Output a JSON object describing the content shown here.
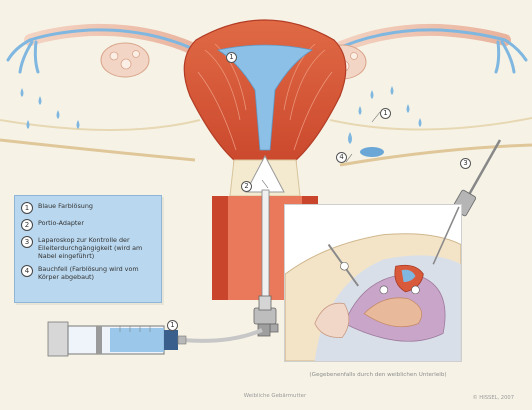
{
  "legend": {
    "items": [
      {
        "num": "1",
        "text": "Blaue Farblösung"
      },
      {
        "num": "2",
        "text": "Portio-Adapter"
      },
      {
        "num": "3",
        "text": "Laparoskop zur Kontrolle der Eileiterdurchgängigkeit (wird am Nabel eingeführt)"
      },
      {
        "num": "4",
        "text": "Bauchfell (Farblösung wird vom Körper abgebaut)"
      }
    ]
  },
  "callouts": {
    "uterus": "1",
    "adapter": "2",
    "syringe": "1",
    "peritoneum": "4",
    "dye_right": "1",
    "laparoscope": "3"
  },
  "inset": {
    "caption": "(Gegebenenfalls durch den weiblichen Unterleib)"
  },
  "captions": {
    "bottom": "Weibliche Gebärmutter",
    "credit": "© HISSEL, 2007"
  },
  "colors": {
    "background": "#f6f3e6",
    "uterus_muscle": "#d95a3b",
    "dye_blue": "#7fb7e0",
    "legend_bg": "#b9d7ee",
    "tissue_cream": "#f1e4c4",
    "ovary": "#f3d5c5"
  }
}
